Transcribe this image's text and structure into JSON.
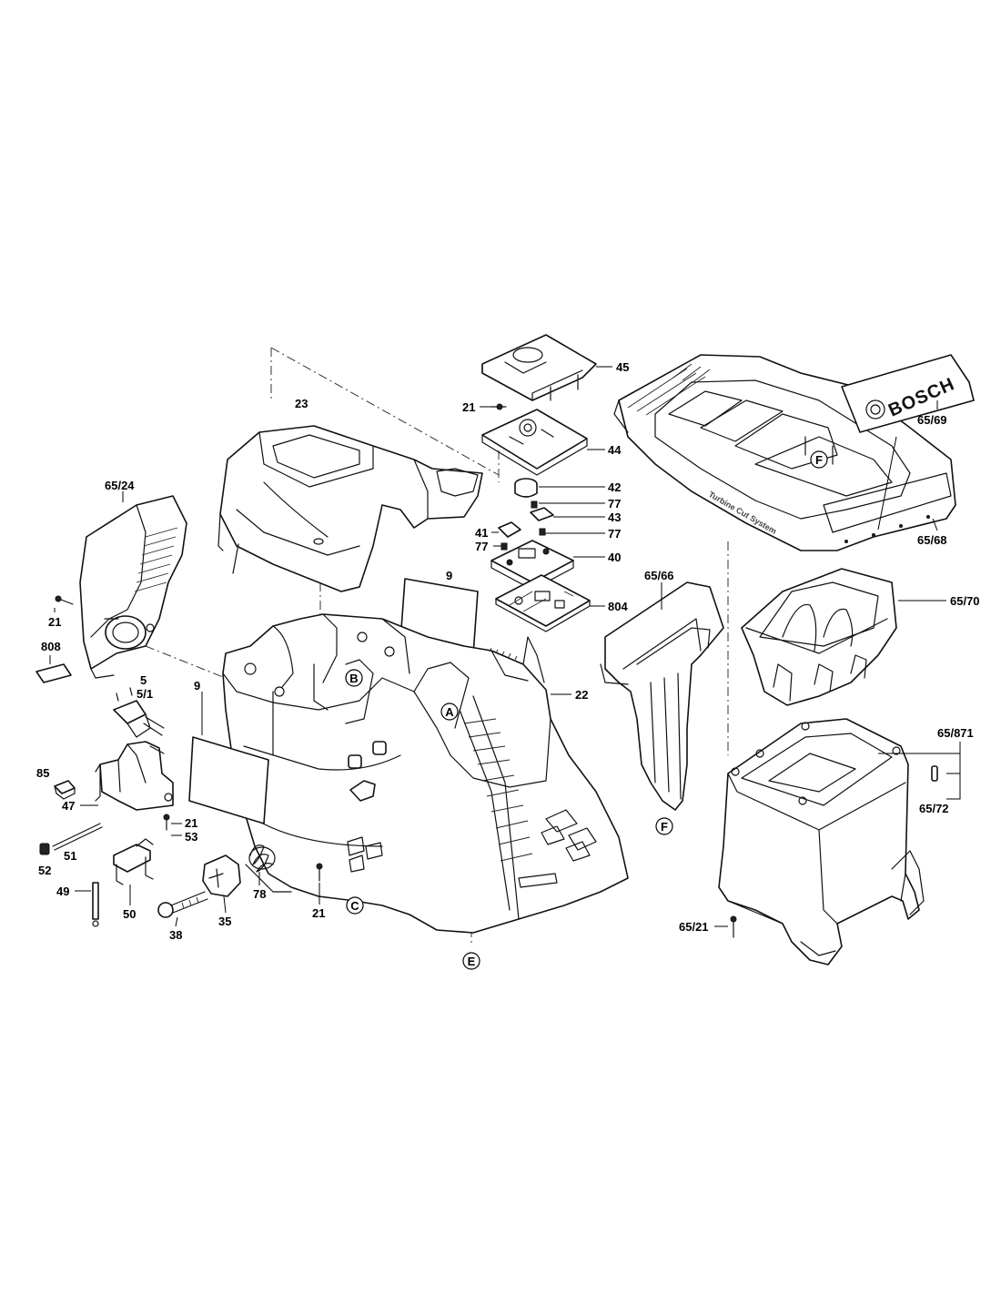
{
  "labels": {
    "p45": "45",
    "p21a": "21",
    "p23": "23",
    "p44": "44",
    "p42": "42",
    "p77a": "77",
    "p43": "43",
    "p41": "41",
    "p77b": "77",
    "p77c": "77",
    "p40": "40",
    "p804": "804",
    "p65_24": "65/24",
    "p21b": "21",
    "p808": "808",
    "p9a": "9",
    "p9b": "9",
    "p22": "22",
    "p5": "5",
    "p5_1": "5/1",
    "p85": "85",
    "p47": "47",
    "p21c": "21",
    "p53": "53",
    "p51": "51",
    "p52": "52",
    "p49": "49",
    "p50": "50",
    "p38": "38",
    "p35": "35",
    "p78": "78",
    "p21d": "21",
    "p65_69": "65/69",
    "p65_68": "65/68",
    "p65_66": "65/66",
    "p65_70": "65/70",
    "p65_871": "65/871",
    "p65_72": "65/72",
    "p65_21": "65/21"
  },
  "callouts": {
    "A": "A",
    "B": "B",
    "C": "C",
    "E": "E",
    "F1": "F",
    "F2": "F"
  },
  "branding": {
    "logo_text": "BOSCH",
    "cover_text": "Turbine Cut System"
  }
}
